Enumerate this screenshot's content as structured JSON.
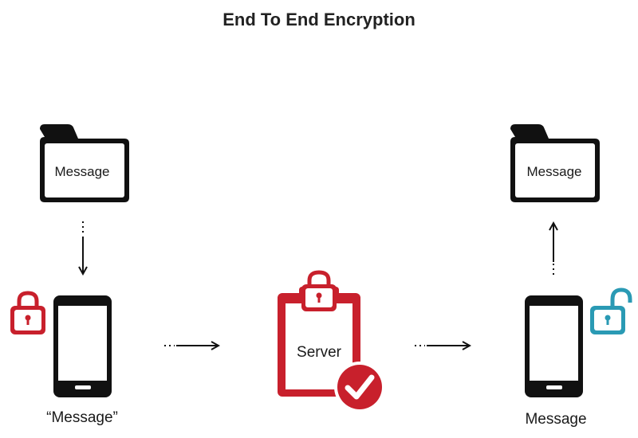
{
  "title": "End To End Encryption",
  "nodes": {
    "sender_folder_label": "Message",
    "sender_phone_caption": "“Message”",
    "server_label": "Server",
    "receiver_folder_label": "Message",
    "receiver_phone_caption": "Message"
  },
  "icons": {
    "sender_lock": "lock-icon",
    "server_lock": "lock-icon",
    "server_check": "check-icon",
    "receiver_lock": "unlock-icon"
  },
  "colors": {
    "dark": "#111111",
    "red": "#c8202c",
    "teal": "#2a9ab4"
  }
}
